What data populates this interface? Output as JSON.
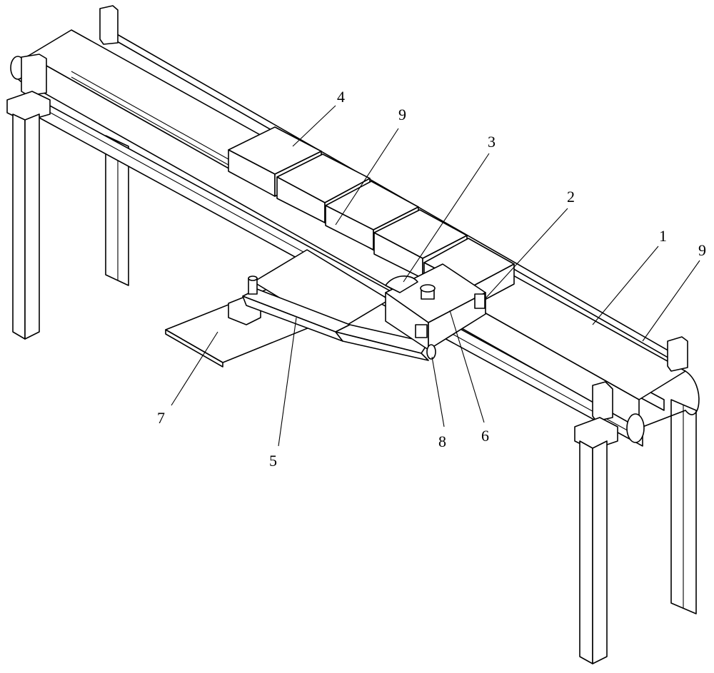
{
  "figure": {
    "labels": {
      "belt": "1",
      "stopper": "2",
      "clamp": "3",
      "workpiece": "4",
      "arm": "5",
      "pusher_block": "6",
      "plate": "7",
      "pivot": "8",
      "guide_rail_upper": "9",
      "guide_rail_right": "9"
    }
  }
}
